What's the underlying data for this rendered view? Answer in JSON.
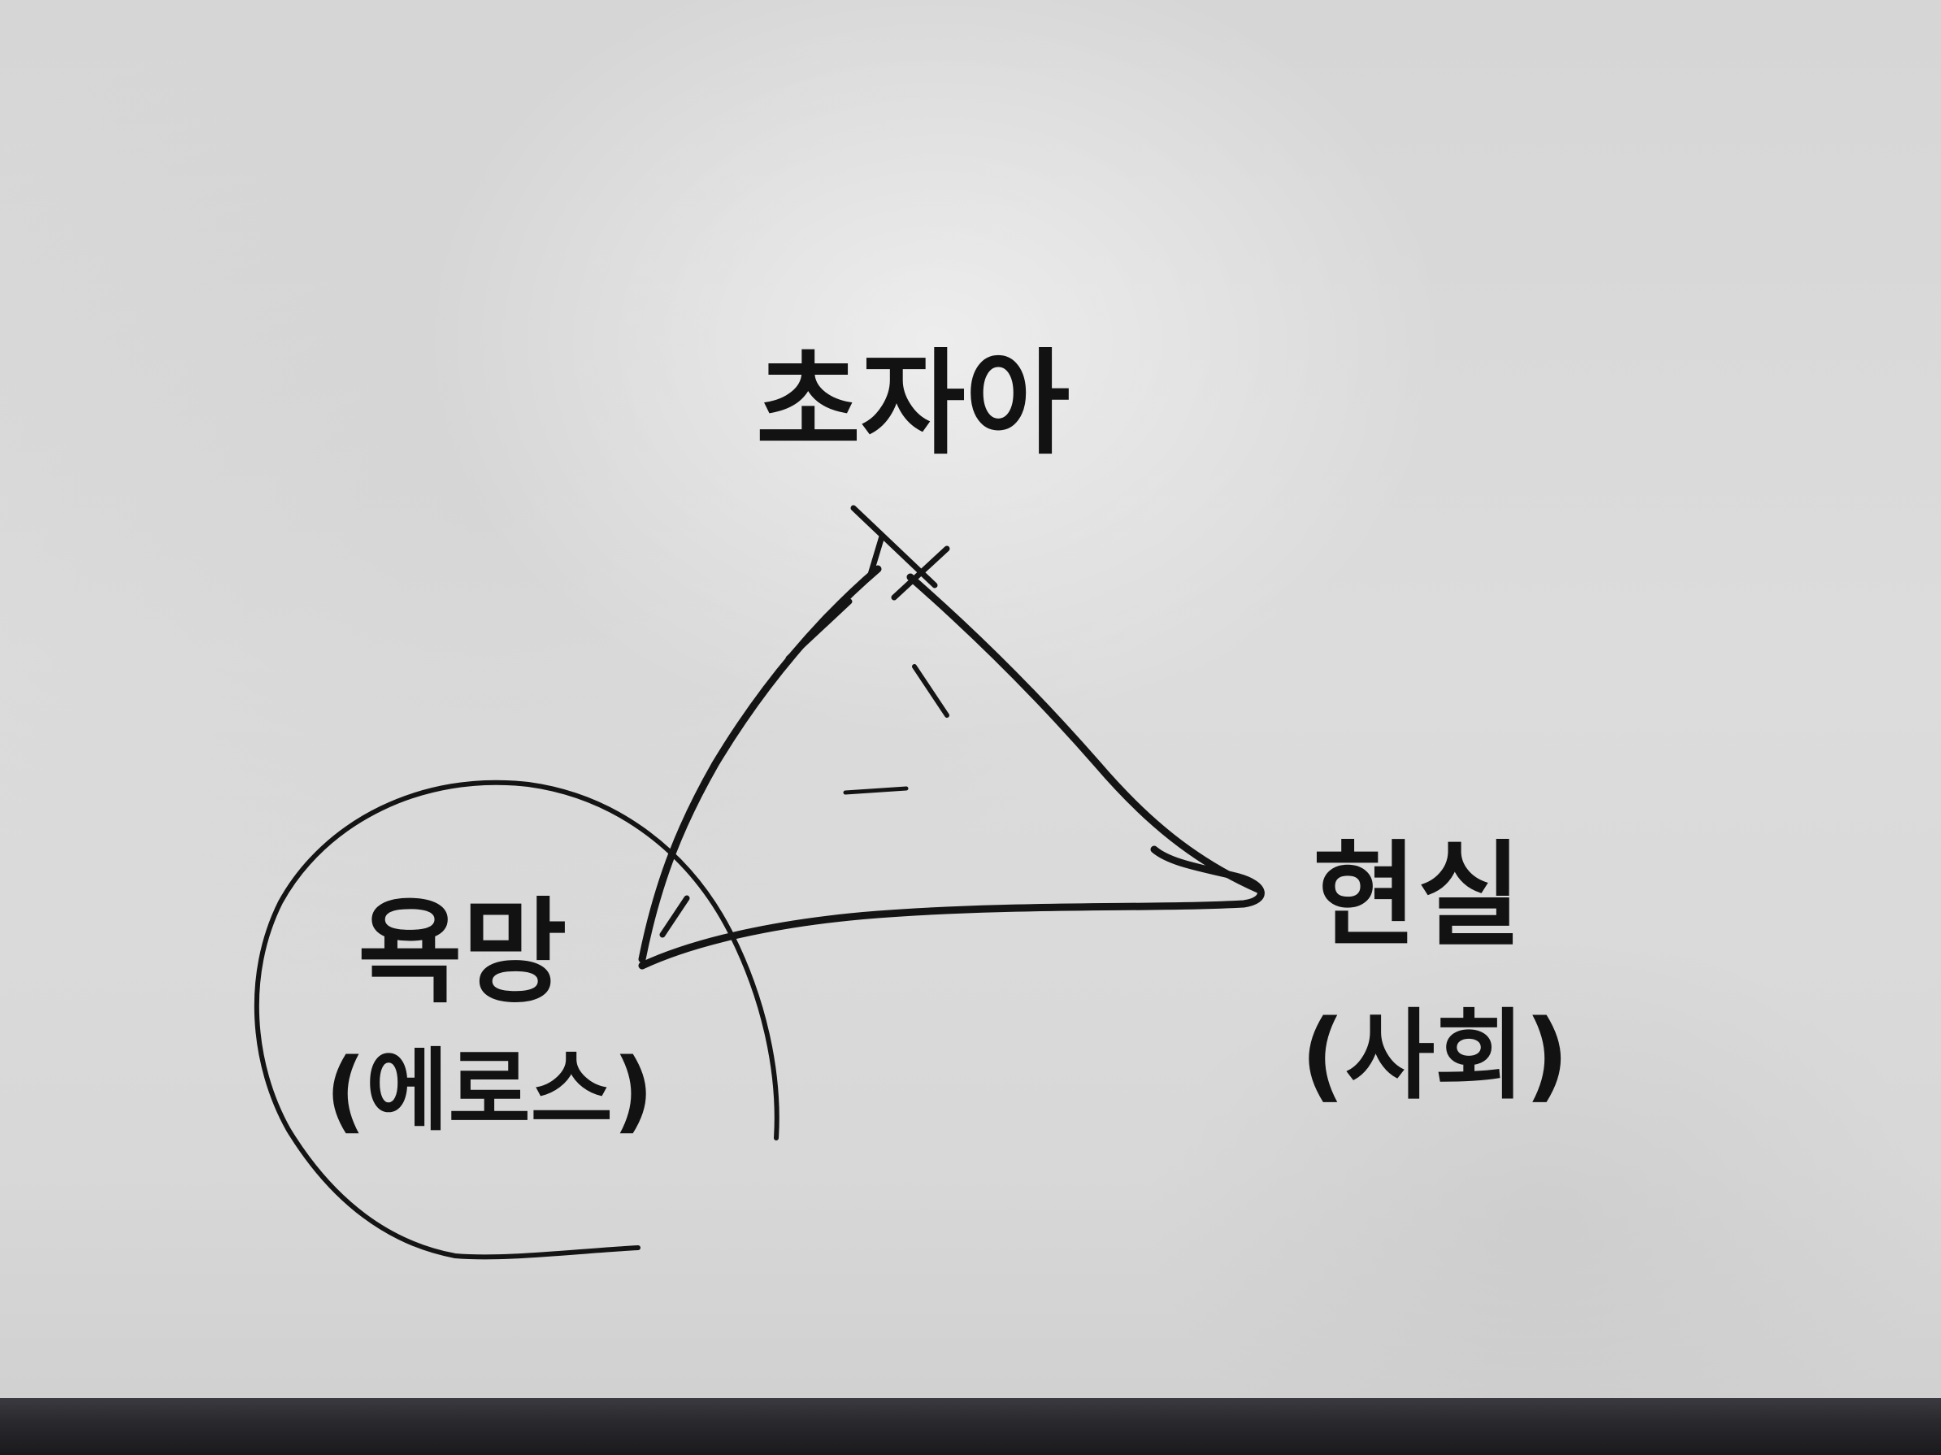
{
  "diagram": {
    "vertices": {
      "top": {
        "label": "초자아"
      },
      "right": {
        "label": "현실",
        "sublabel": "(사회)"
      },
      "left": {
        "label": "욕망",
        "sublabel": "(에로스)"
      }
    }
  },
  "colors": {
    "board": "#d8d8d8",
    "ink": "#141414",
    "frame": "#2a2a2e"
  }
}
